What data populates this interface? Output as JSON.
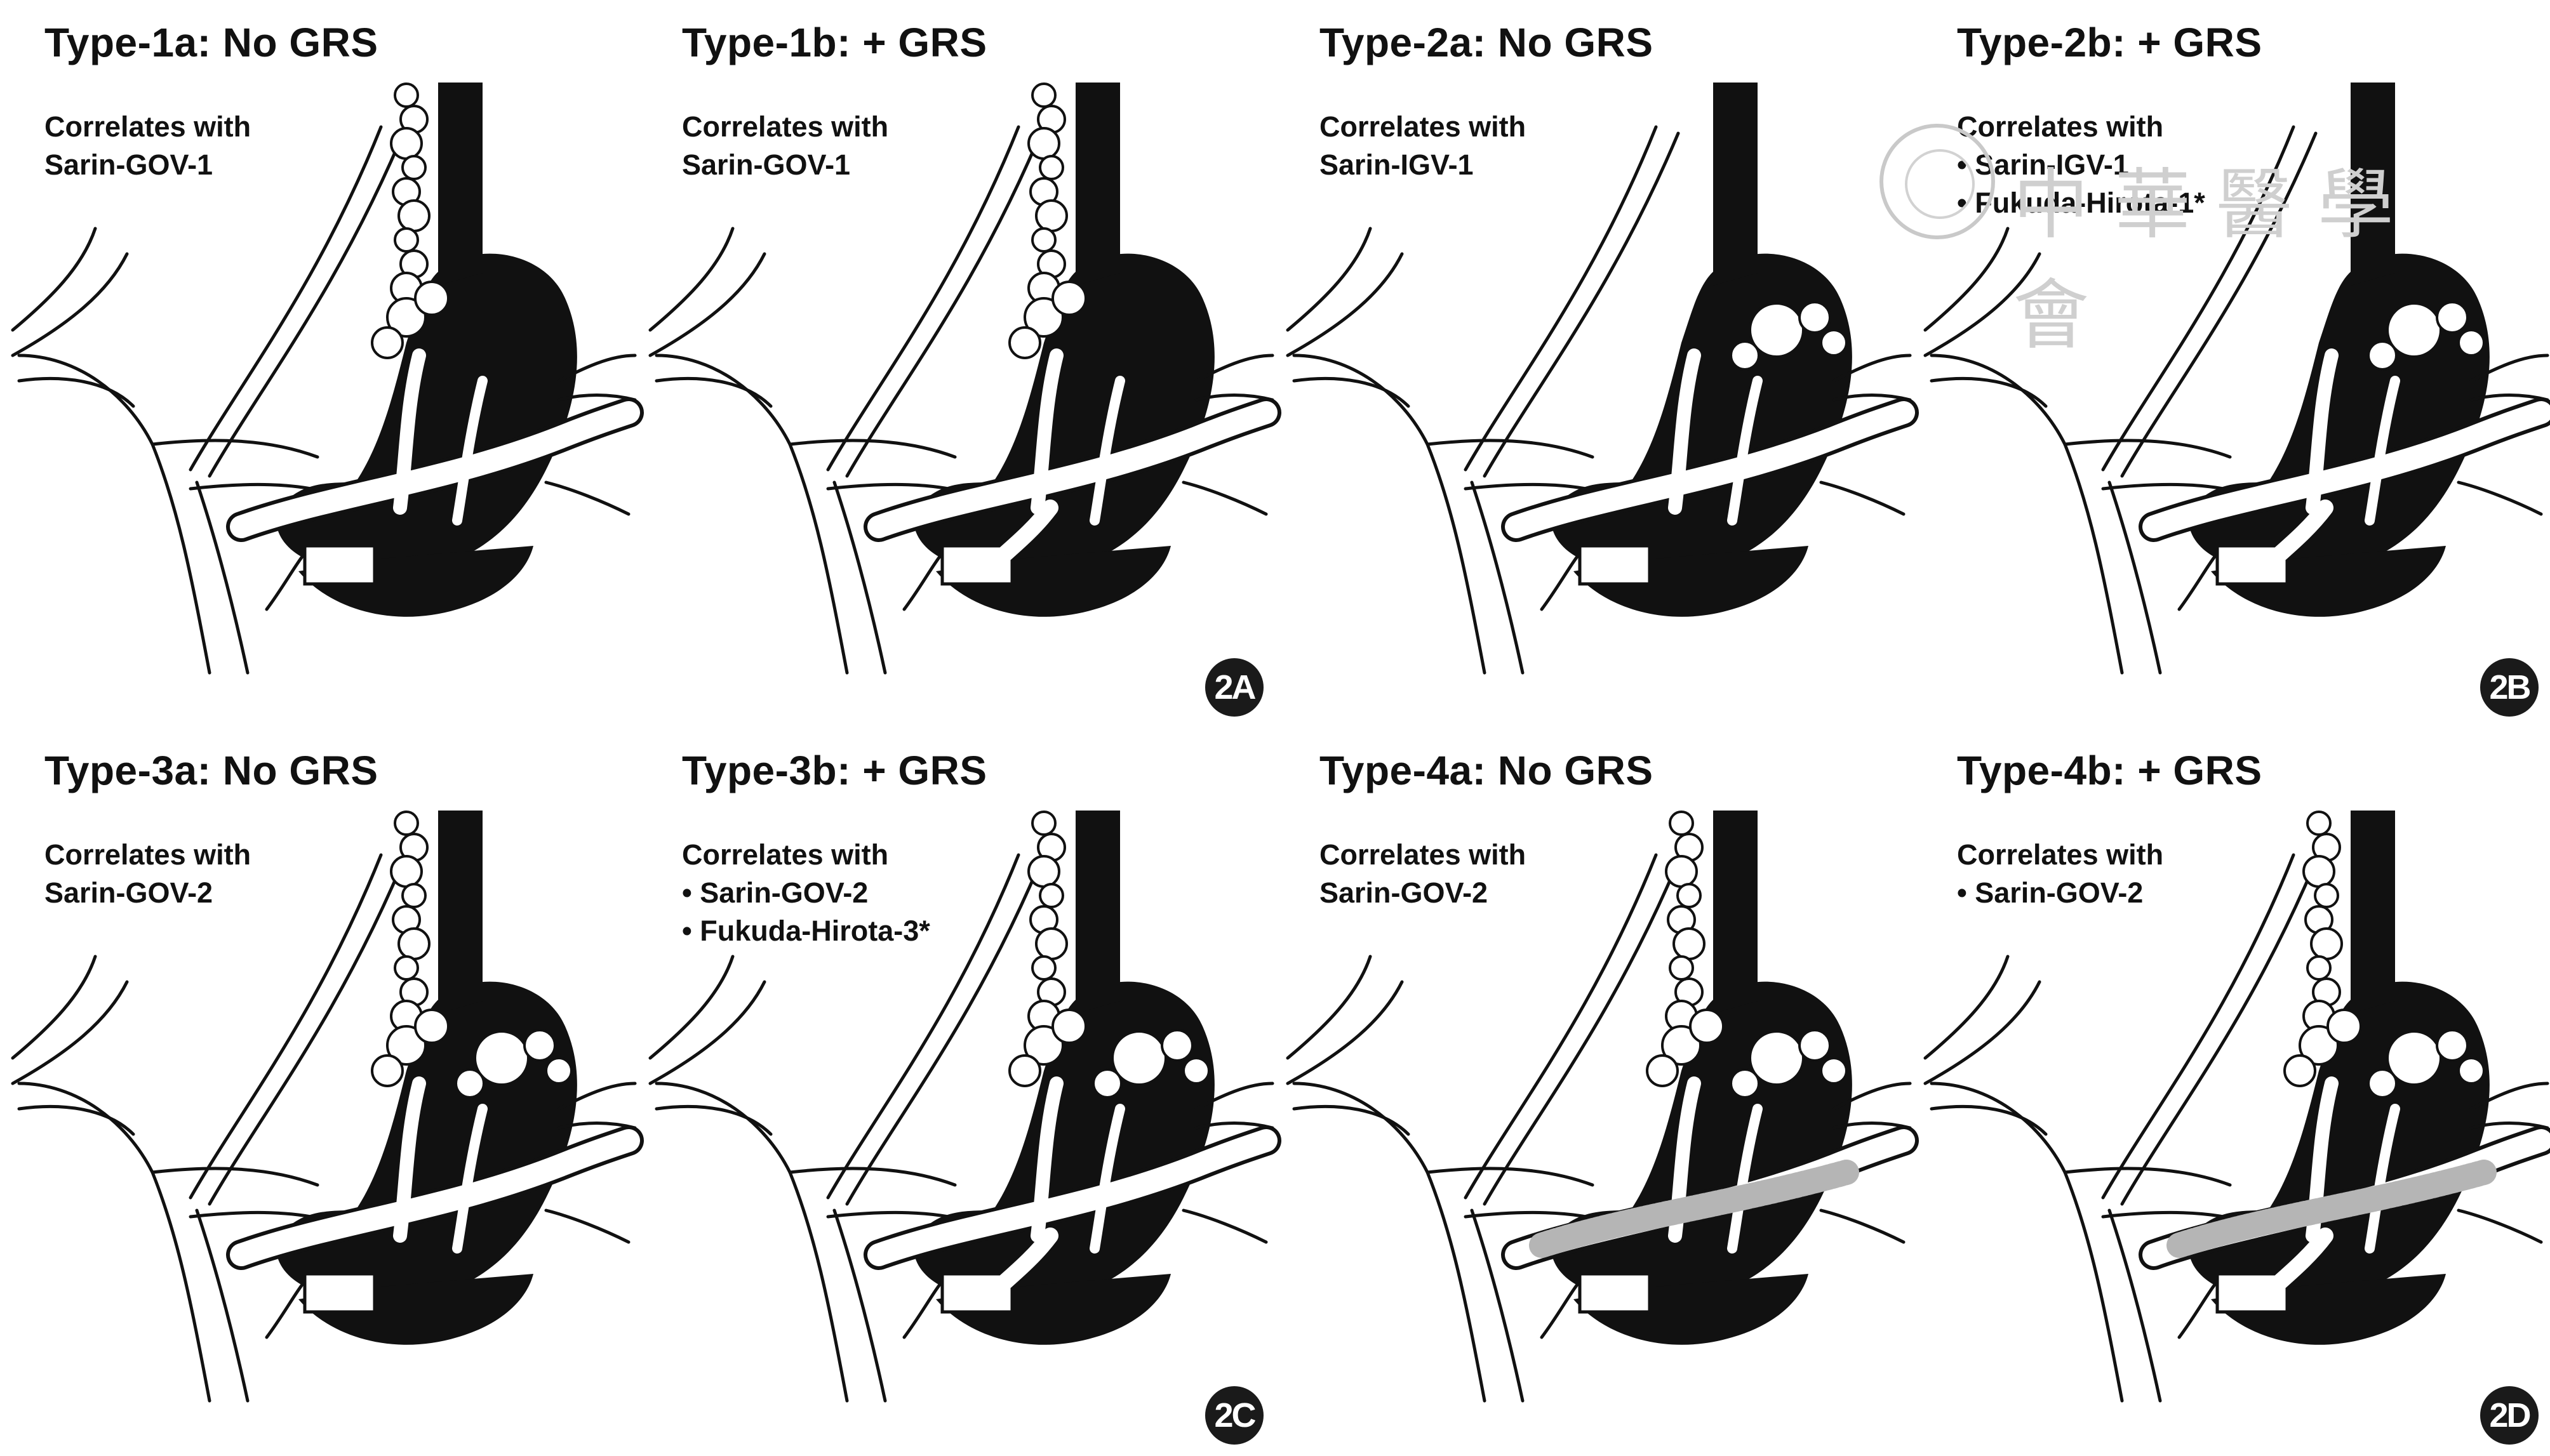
{
  "colors": {
    "ink": "#111111",
    "vessel": "#ffffff",
    "grs_shunt": "#b5b5b5",
    "badge": "#1a1a1a"
  },
  "panels": [
    {
      "id": "1a",
      "title": "Type-1a: No GRS",
      "desc": [
        "Correlates with",
        "Sarin-GOV-1"
      ],
      "varices": "cardia",
      "grs": false,
      "badge": ""
    },
    {
      "id": "1b",
      "title": "Type-1b: + GRS",
      "desc": [
        "Correlates with",
        "Sarin-GOV-1"
      ],
      "varices": "cardia",
      "grs": true,
      "badge": "2A"
    },
    {
      "id": "2a",
      "title": "Type-2a: No GRS",
      "desc": [
        "Correlates with",
        "Sarin-IGV-1"
      ],
      "varices": "fundic",
      "grs": false,
      "badge": ""
    },
    {
      "id": "2b",
      "title": "Type-2b: + GRS",
      "desc": [
        "Correlates with",
        "• Sarin-IGV-1",
        "• Fukuda-Hirota-1*"
      ],
      "varices": "fundic",
      "grs": true,
      "badge": "2B"
    },
    {
      "id": "3a",
      "title": "Type-3a: No GRS",
      "desc": [
        "Correlates with",
        "Sarin-GOV-2"
      ],
      "varices": "combined",
      "grs": false,
      "badge": ""
    },
    {
      "id": "3b",
      "title": "Type-3b: + GRS",
      "desc": [
        "Correlates with",
        "• Sarin-GOV-2",
        "• Fukuda-Hirota-3*"
      ],
      "varices": "combined",
      "grs": true,
      "badge": "2C"
    },
    {
      "id": "4a",
      "title": "Type-4a: No GRS",
      "desc": [
        "Correlates with",
        "Sarin-GOV-2"
      ],
      "varices": "combined-splenic",
      "grs": false,
      "badge": ""
    },
    {
      "id": "4b",
      "title": "Type-4b: + GRS",
      "desc": [
        "Correlates with",
        "• Sarin-GOV-2"
      ],
      "varices": "combined-splenic",
      "grs": true,
      "badge": "2D"
    }
  ],
  "watermark": {
    "text": "中華醫學會"
  }
}
